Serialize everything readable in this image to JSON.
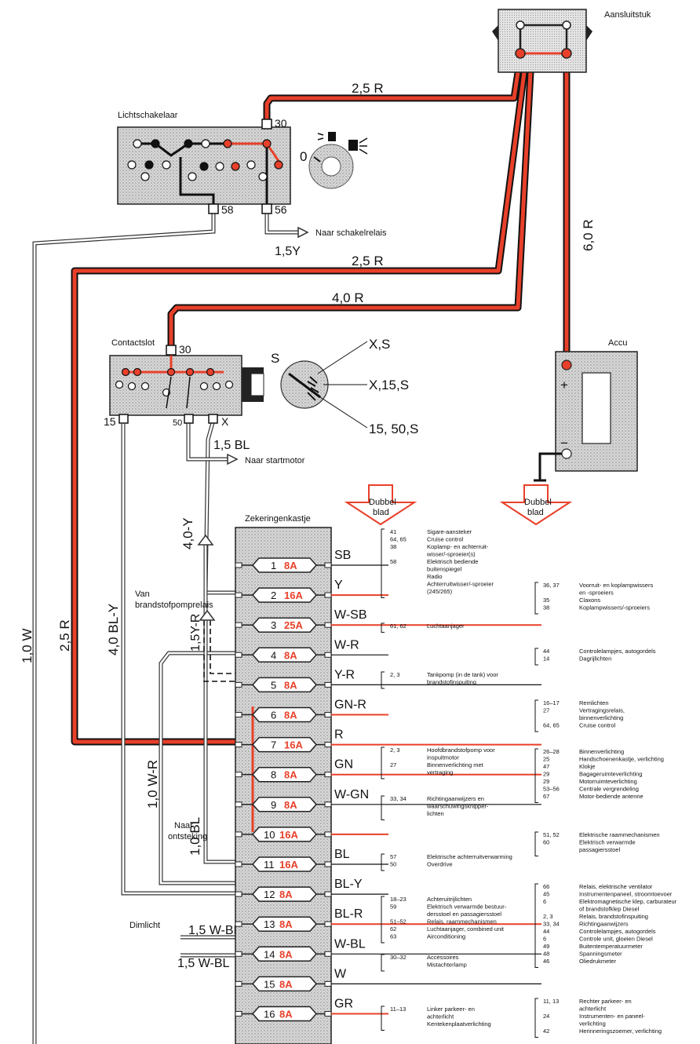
{
  "title_connector": "Aansluitstuk",
  "light_switch": {
    "title": "Lichtschakelaar",
    "t30": "30",
    "t58": "58",
    "t56": "56",
    "pos0": "0",
    "to_relay": "Naar schakelrelais",
    "wire_y": "1,5Y"
  },
  "ignition": {
    "title": "Contactslot",
    "t30": "30",
    "t15": "15",
    "t50": "50",
    "tX": "X",
    "S": "S",
    "pos1": "X,S",
    "pos2": "X,15,S",
    "pos3": "15, 50,S",
    "wire_bl": "1,5 BL",
    "to_starter": "Naar startmotor"
  },
  "battery": {
    "title": "Accu",
    "plus": "+",
    "minus": "−"
  },
  "wires": {
    "w1": "2,5 R",
    "w2": "2,5 R",
    "w3": "4,0 R",
    "w4": "6,0 R",
    "w5": "4,0-Y",
    "w6": "4,0 BL-Y",
    "w7": "2,5 R",
    "w8": "1,0 W",
    "w9": "1,5Y-R",
    "w10": "1,0 W-R",
    "w11": "1,0 BL",
    "w12": "1,5 W-BL",
    "w13": "1,5 W-BL"
  },
  "labels": {
    "fusebox": "Zekeringenkastje",
    "fuel_relay": "Van brandstofpomprelais",
    "to_ignition": "Naar ontsteking",
    "dimlight": "Dimlicht",
    "double1": "Dubbel blad",
    "double2": "Dubbel blad"
  },
  "fuses": [
    {
      "num": "1",
      "amp": "8A",
      "wire": "SB"
    },
    {
      "num": "2",
      "amp": "16A",
      "wire": "Y"
    },
    {
      "num": "3",
      "amp": "25A",
      "wire": "W-SB"
    },
    {
      "num": "4",
      "amp": "8A",
      "wire": "W-R"
    },
    {
      "num": "5",
      "amp": "8A",
      "wire": "Y-R"
    },
    {
      "num": "6",
      "amp": "8A",
      "wire": "GN-R"
    },
    {
      "num": "7",
      "amp": "16A",
      "wire": "R"
    },
    {
      "num": "8",
      "amp": "8A",
      "wire": "GN"
    },
    {
      "num": "9",
      "amp": "8A",
      "wire": "W-GN"
    },
    {
      "num": "10",
      "amp": "16A",
      "wire": ""
    },
    {
      "num": "11",
      "amp": "16A",
      "wire": "BL"
    },
    {
      "num": "12",
      "amp": "8A",
      "wire": "BL-Y"
    },
    {
      "num": "13",
      "amp": "8A",
      "wire": "BL-R"
    },
    {
      "num": "14",
      "amp": "8A",
      "wire": "W-BL"
    },
    {
      "num": "15",
      "amp": "8A",
      "wire": "W"
    },
    {
      "num": "16",
      "amp": "8A",
      "wire": "GR"
    }
  ],
  "mid_blocks": [
    {
      "nums": [
        "41",
        "64, 65",
        "38",
        "",
        "58"
      ],
      "text": [
        "Sigare-aansteker",
        "Cruise control",
        "Koplamp- en achterruit-",
        "wisser/-sproeier(s)",
        "Elektrisch bediende",
        "buitenspiegel",
        "Radio",
        "Achterruitwisser/-sproeier",
        "(245/265)"
      ]
    },
    {
      "nums": [
        "61, 62"
      ],
      "text": [
        "Luchtaanjager"
      ]
    },
    {
      "nums": [
        "2, 3"
      ],
      "text": [
        "Tankpomp (in de tank) voor",
        "brandstofinspuiting"
      ]
    },
    {
      "nums": [
        "2, 3",
        "",
        "27"
      ],
      "text": [
        "Hoofdbrandstofpomp voor",
        "inspuitmotor",
        "Binnenverlichting met",
        "vertraging"
      ]
    },
    {
      "nums": [
        "33, 34"
      ],
      "text": [
        "Richtingaanwijzers en",
        "waarschuwingsknipper-",
        "lichten"
      ]
    },
    {
      "nums": [
        "57",
        "50"
      ],
      "text": [
        "Elektrische achterruitverwarming",
        "Overdrive"
      ]
    },
    {
      "nums": [
        "18–23",
        "59",
        "",
        "51–52",
        "62",
        "63"
      ],
      "text": [
        "Achteruitrijlichten",
        "Elektrisch verwarmde bestuur-",
        "dersstoel en passagiersstoel",
        "Relais, raammechanismen",
        "Luchtaanjager, combined unit",
        "Airconditioning"
      ]
    },
    {
      "nums": [
        "30–32"
      ],
      "text": [
        "Accessoires",
        "Mistachterlamp"
      ]
    },
    {
      "nums": [
        "11–13"
      ],
      "text": [
        "Linker parkeer- en",
        "achterlicht",
        "Kentekenplaatverlichting"
      ]
    }
  ],
  "right_blocks": [
    {
      "nums": [
        "36, 37",
        "",
        "35",
        "38"
      ],
      "text": [
        "Voorruit- en koplampwissers",
        "en -sproeiers",
        "Claxons",
        "Koplampwissers/-sproeiers"
      ]
    },
    {
      "nums": [
        "44",
        "14"
      ],
      "text": [
        "Controlelampjes, autogordels",
        "Dagrijlichten"
      ]
    },
    {
      "nums": [
        "16–17",
        "27",
        "",
        "64, 65"
      ],
      "text": [
        "Remlichten",
        "Vertragingsrelais,",
        "binnenverlichting",
        "Cruise control"
      ]
    },
    {
      "nums": [
        "26–28",
        "25",
        "47",
        "29",
        "29",
        "53–56",
        "67"
      ],
      "text": [
        "Binnenverlichting",
        "Handschoenenkastje, verlichting",
        "Klokje",
        "Bagageruimteverlichting",
        "Motorruimteverlichting",
        "Centrale vergrendeling",
        "Motor-bediende antenne"
      ]
    },
    {
      "nums": [
        "51, 52",
        "60"
      ],
      "text": [
        "Elektrische raammechanismen",
        "Elektrisch verwarmde",
        "passagiersstoel"
      ]
    },
    {
      "nums": [
        "66",
        "45",
        "6",
        "",
        "2, 3",
        "33, 34",
        "44",
        "6",
        "49",
        "48",
        "46"
      ],
      "text": [
        "Relais, elektrische ventilator",
        "Instrumentenpaneel, stroomtoevoer",
        "Elektromagnetische klep, carburateur",
        "of brandstofklep Diesel",
        "Relais, brandstofinspuiting",
        "Richtingaanwijzers",
        "Controlelampjes, autogordels",
        "Controle unit, gloeien Diesel",
        "Buitentemperatuurmeter",
        "Spanningsmeter",
        "Oliedrukmeter"
      ]
    },
    {
      "nums": [
        "11, 13",
        "",
        "24",
        "",
        "42"
      ],
      "text": [
        "Rechter parkeer- en",
        "achterlicht",
        "Instrumenten- en paneel-",
        "verlichting",
        "Herinneringszoemer, verlichting"
      ]
    }
  ]
}
